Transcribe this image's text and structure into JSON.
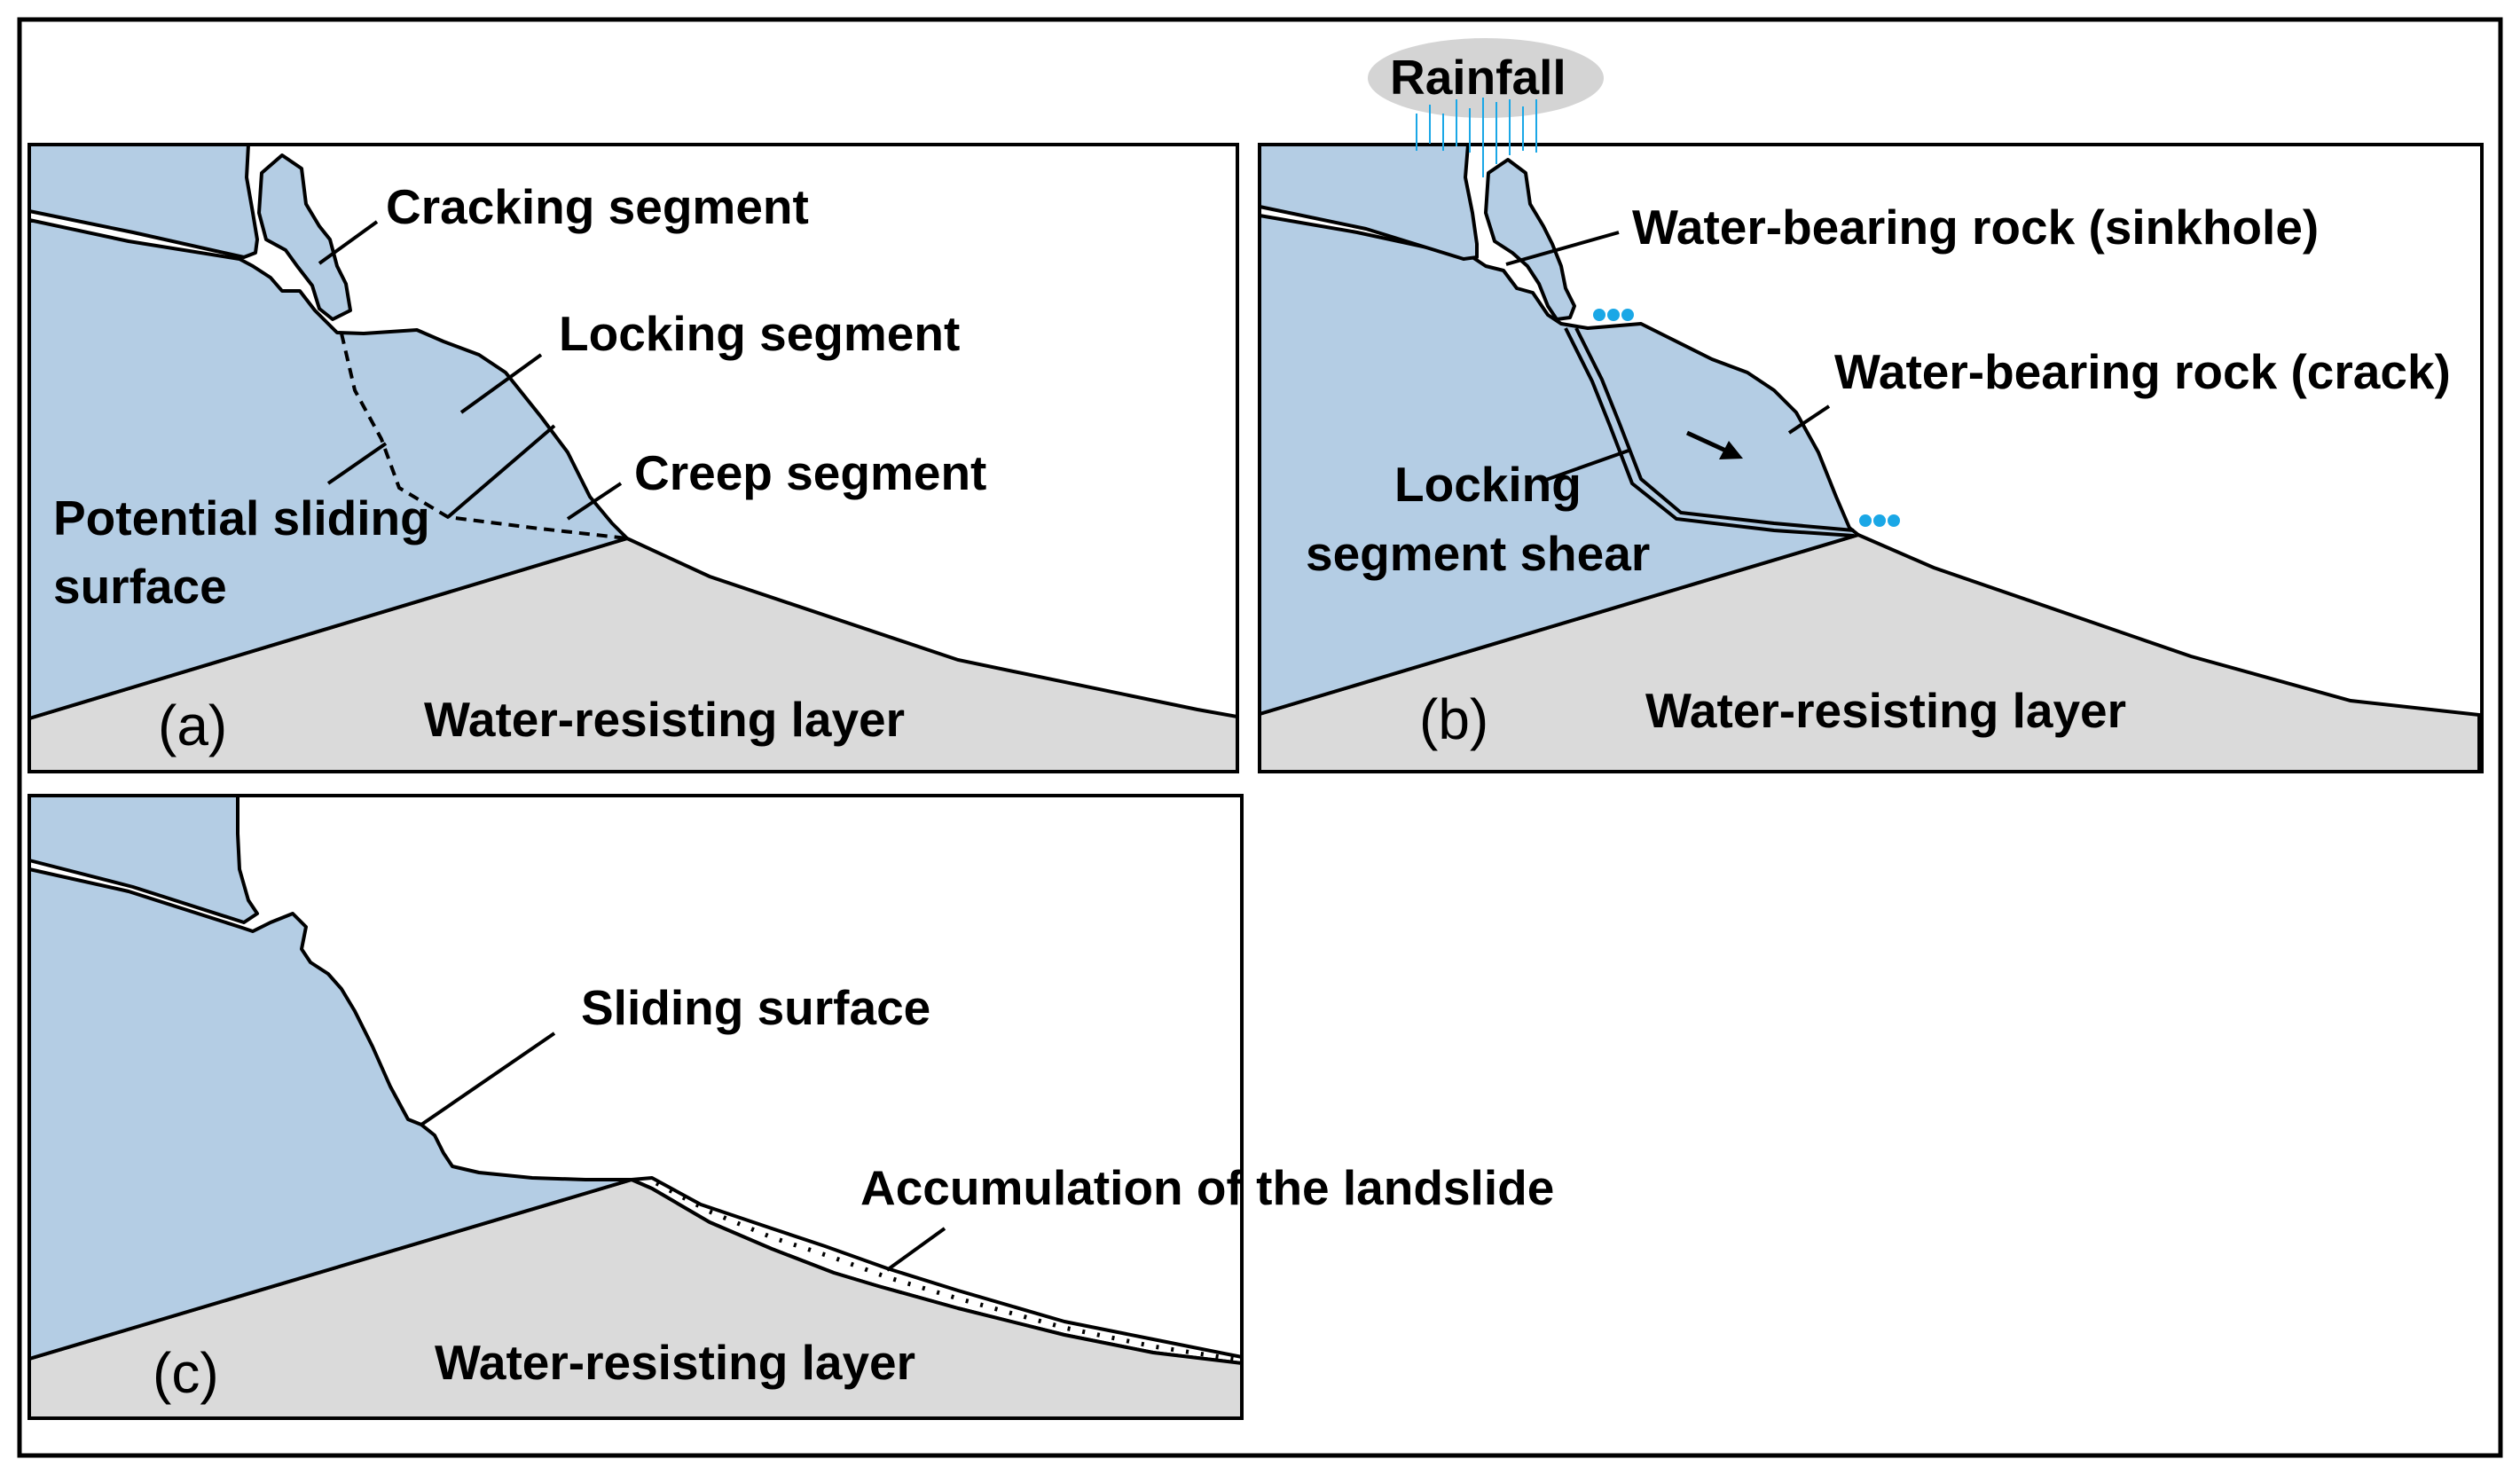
{
  "colors": {
    "rock": "#b4cde4",
    "water_resisting": "#dadada",
    "cloud": "#d4d4d4",
    "water": "#1aa7e6",
    "outline": "#000000"
  },
  "panel_a": {
    "letter": "(a)",
    "base_label": "Water-resisting layer",
    "cracking_segment": "Cracking segment",
    "locking_segment": "Locking segment",
    "creep_segment": "Creep segment",
    "potential_sliding_line1": "Potential sliding",
    "potential_sliding_line2": "surface"
  },
  "panel_b": {
    "letter": "(b)",
    "base_label": "Water-resisting layer",
    "rainfall": "Rainfall",
    "water_bearing_sinkhole": "Water-bearing rock (sinkhole)",
    "water_bearing_crack": "Water-bearing rock (crack)",
    "locking_shear_line1": "Locking",
    "locking_shear_line2": "segment shear"
  },
  "panel_c": {
    "letter": "(c)",
    "base_label": "Water-resisting layer",
    "sliding_surface": "Sliding surface",
    "accumulation": "Accumulation of the landslide"
  }
}
